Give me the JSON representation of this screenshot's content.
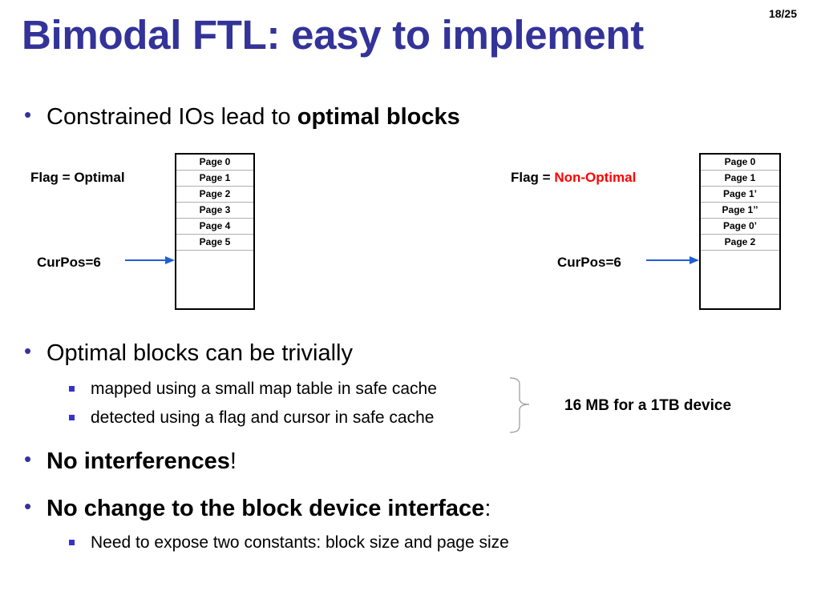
{
  "slide": {
    "number": "18/25",
    "title": "Bimodal FTL: easy to implement"
  },
  "bullets": {
    "b1": {
      "text": "Constrained IOs lead to ",
      "bold": "optimal blocks"
    },
    "b2": {
      "text": "Optimal blocks can be trivially"
    },
    "b2_subs": [
      "mapped using a small map table in safe cache",
      "detected using a flag and cursor in safe cache"
    ],
    "b3": {
      "bold": "No interferences",
      "tail": "!"
    },
    "b4": {
      "bold": "No change to the block device interface",
      "tail": ":"
    },
    "b4_subs": [
      "Need to expose two constants: block size and page size"
    ]
  },
  "left_block": {
    "flag_label": "Flag = Optimal",
    "curpos": "CurPos=6",
    "pages": [
      "Page 0",
      "Page 1",
      "Page 2",
      "Page 3",
      "Page 4",
      "Page 5"
    ]
  },
  "right_block": {
    "flag_prefix": "Flag = ",
    "flag_value": "Non-Optimal",
    "curpos": "CurPos=6",
    "pages": [
      "Page 0",
      "Page 1",
      "Page 1’",
      "Page 1’’",
      "Page 0’",
      "Page 2"
    ]
  },
  "cache_note": "16 MB for a 1TB device",
  "colors": {
    "title": "#333399",
    "bullet": "#333399",
    "sub_bullet": "#3333cc",
    "non_optimal": "#ff0000",
    "arrow": "#1f5fd6"
  }
}
